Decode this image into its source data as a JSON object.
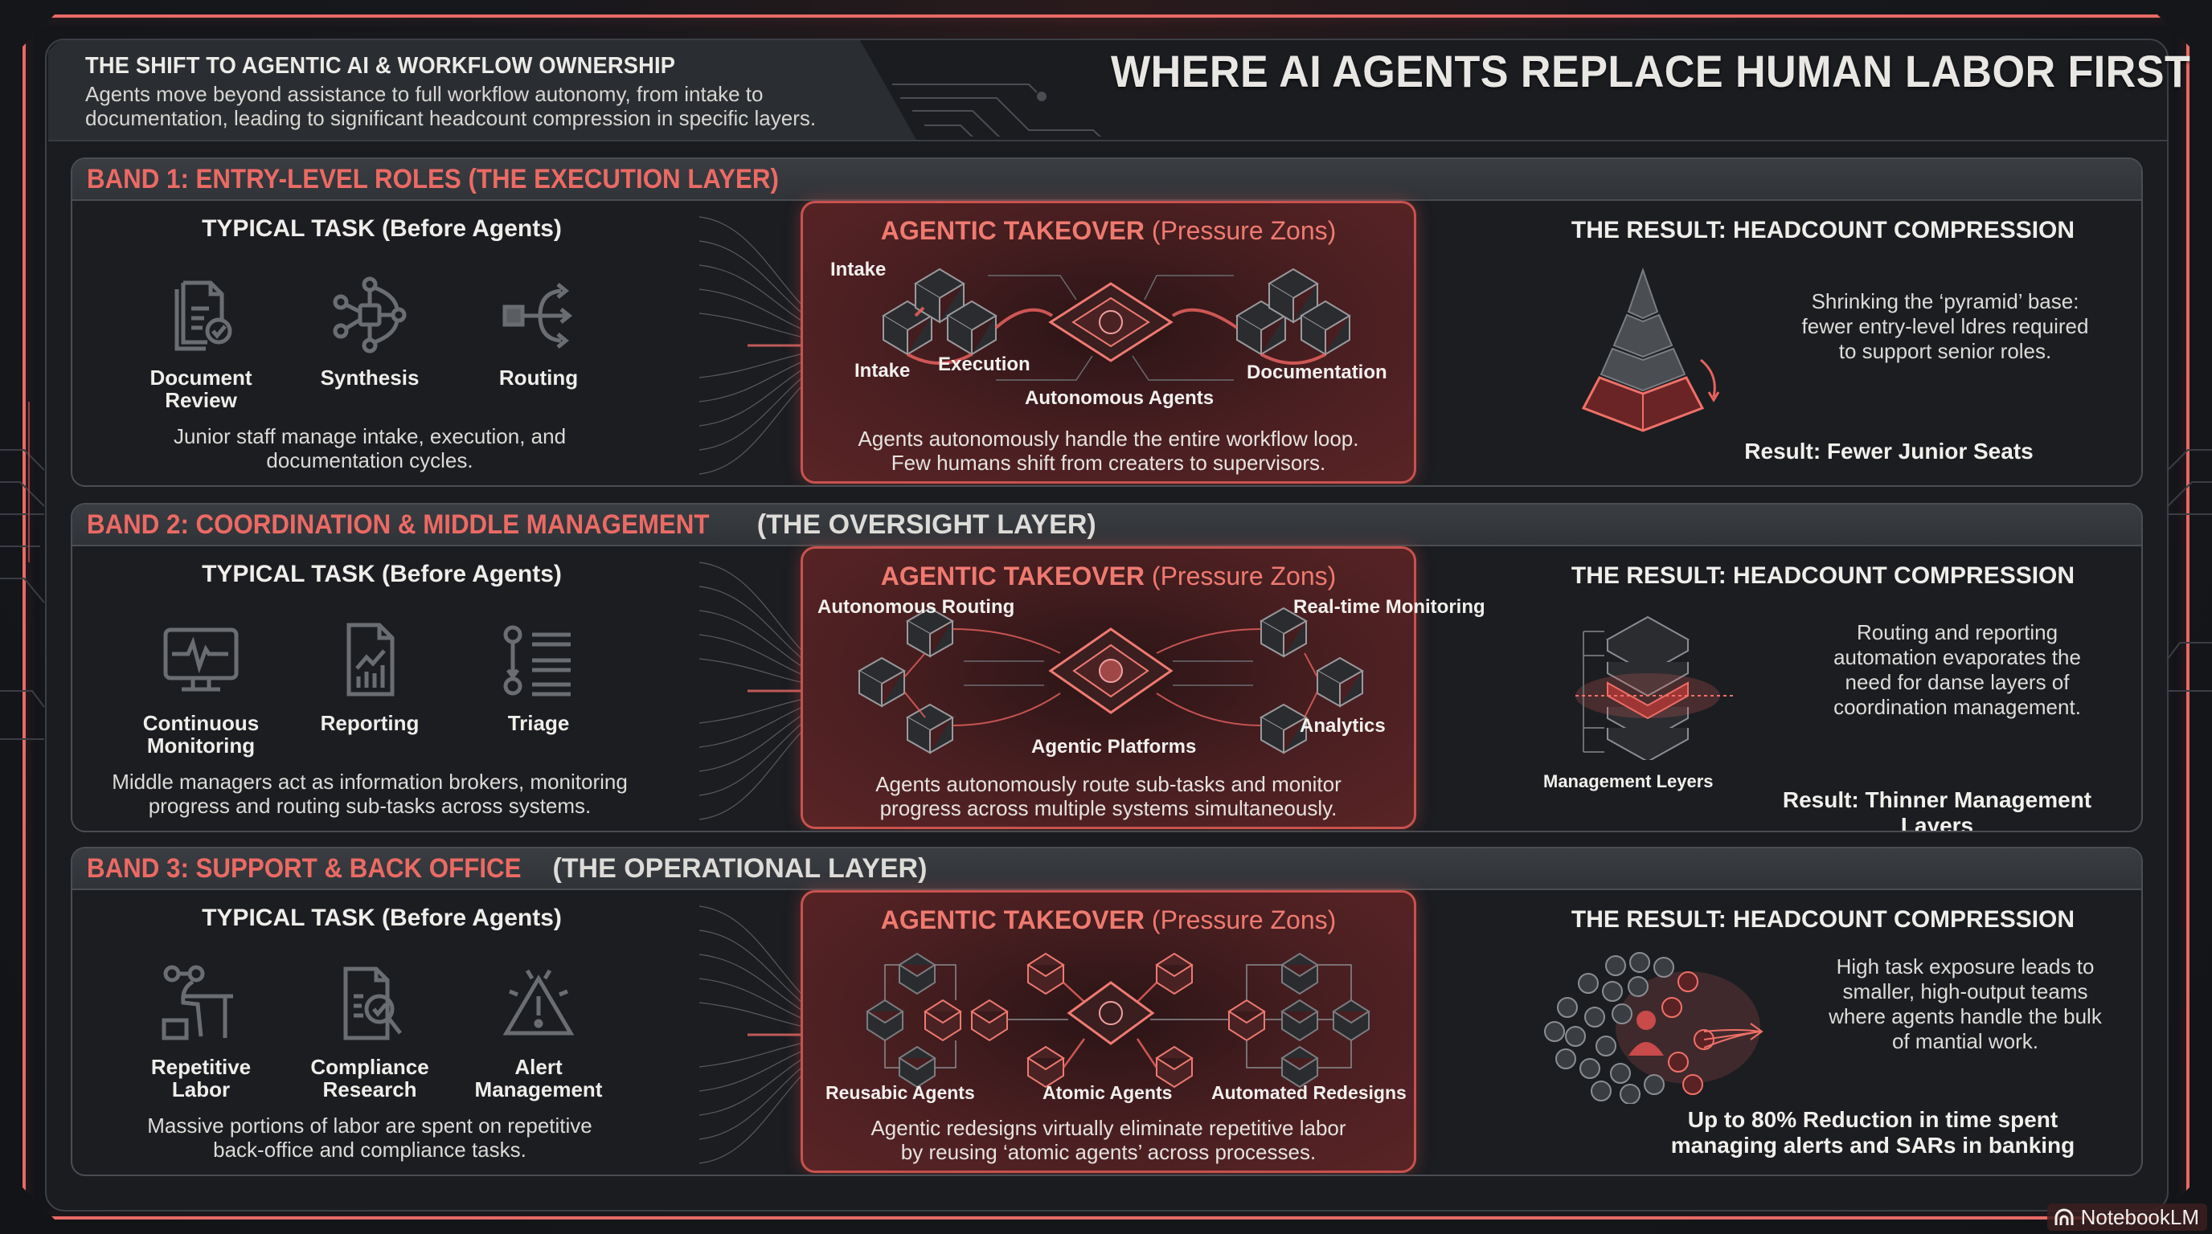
{
  "header": {
    "kicker": "THE SHIFT TO AGENTIC AI & WORKFLOW OWNERSHIP",
    "subtitle": "Agents move beyond assistance to full workflow autonomy, from intake to documentation, leading to significant headcount compression in specific layers.",
    "title": "WHERE AI AGENTS REPLACE HUMAN LABOR FIRST"
  },
  "colors": {
    "accent": "#ec6a64",
    "frame": "#e86a66",
    "panel_bg": "#1b1d21",
    "pressure_bg": "#4a1f21",
    "text": "#e8e6e2"
  },
  "bands": [
    {
      "header_accent": "BAND 1: ENTRY-LEVEL ROLES (THE EXECUTION LAYER)",
      "header_rest": "",
      "typical_title": "TYPICAL TASK (Before Agents)",
      "tasks": [
        {
          "label": "Document\nReview",
          "icon": "document-review-icon"
        },
        {
          "label": "Synthesis",
          "icon": "synthesis-network-icon"
        },
        {
          "label": "Routing",
          "icon": "routing-arrows-icon"
        }
      ],
      "typical_desc": "Junior staff manage intake, execution, and documentation cycles.",
      "pressure_title": "AGENTIC TAKEOVER",
      "pressure_paren": "(Pressure Zons)",
      "nodes": [
        "Intake",
        "Intake",
        "Execution",
        "Documentation",
        "Autonomous Agents"
      ],
      "pressure_desc": "Agents autonomously handle the entire workflow loop. Few humans shift from creaters to supervisors.",
      "result_title": "THE RESULT: HEADCOUNT COMPRESSION",
      "result_desc": "Shrinking the ‘pyramid’ base: fewer entry-level ldres required to support senior roles.",
      "result_visual_label": "",
      "result_foot": "Result: Fewer Junior Seats"
    },
    {
      "header_accent": "BAND 2: COORDINATION & MIDDLE MANAGEMENT",
      "header_rest": " (THE OVERSIGHT LAYER)",
      "typical_title": "TYPICAL TASK (Before Agents)",
      "tasks": [
        {
          "label": "Continuous\nMonitoring",
          "icon": "monitor-pulse-icon"
        },
        {
          "label": "Reporting",
          "icon": "report-chart-icon"
        },
        {
          "label": "Triage",
          "icon": "triage-list-icon"
        }
      ],
      "typical_desc": "Middle managers act as information brokers, monitoring progress and routing sub-tasks across systems.",
      "pressure_title": "AGENTIC TAKEOVER",
      "pressure_paren": "(Pressure Zons)",
      "nodes": [
        "Autonomous\nRouting",
        "Real-time\nMonitoring",
        "Analytics",
        "Agentic Platforms"
      ],
      "pressure_desc": "Agents autonomously route sub-tasks and monitor progress across multiple systems simultaneously.",
      "result_title": "THE RESULT: HEADCOUNT COMPRESSION",
      "result_desc": "Routing and reporting automation evaporates the need for danse layers of coordination management.",
      "result_visual_label": "Management Leyers",
      "result_foot": "Result: Thinner Management Layers"
    },
    {
      "header_accent": "BAND 3: SUPPORT & BACK OFFICE",
      "header_rest": " (THE OPERATIONAL LAYER)",
      "typical_title": "TYPICAL TASK (Before Agents)",
      "tasks": [
        {
          "label": "Repetitive\nLabor",
          "icon": "person-desk-icon"
        },
        {
          "label": "Compliance\nResearch",
          "icon": "document-search-icon"
        },
        {
          "label": "Alert\nManagement",
          "icon": "warning-alert-icon"
        }
      ],
      "typical_desc": "Massive portions of labor are spent on repetitive back-office and compliance tasks.",
      "pressure_title": "AGENTIC TAKEOVER",
      "pressure_paren": "(Pressure Zons)",
      "nodes": [
        "Reusabic Agents",
        "Atomic Agents",
        "Automated Redesigns"
      ],
      "pressure_desc": "Agentic redesigns virtually eliminate repetitive labor by reusing ‘atomic agents’ across processes.",
      "result_title": "THE RESULT: HEADCOUNT COMPRESSION",
      "result_desc": "High task exposure leads to smaller, high-output teams where agents handle the bulk of mantial work.",
      "result_visual_label": "",
      "result_foot": "Up to 80% Reduction in time spent managing alerts and SARs in banking"
    }
  ],
  "brand": {
    "label": "NotebookLM",
    "icon": "notebooklm-logo-icon"
  }
}
